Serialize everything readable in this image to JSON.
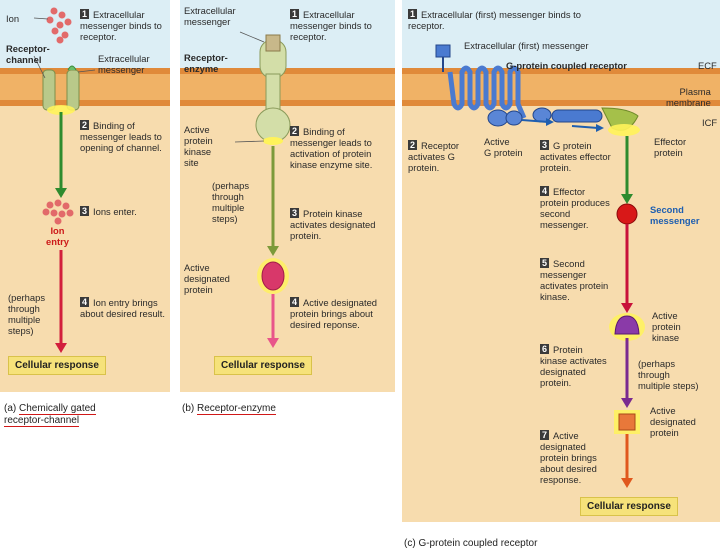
{
  "panel_a": {
    "ion_label": "Ion",
    "step1": "Extracellular messenger binds to receptor.",
    "receptor_channel": "Receptor-\nchannel",
    "extracellular_messenger": "Extracellular\nmessenger",
    "step2": "Binding of messenger leads to opening of channel.",
    "step3": "Ions enter.",
    "ion_entry": "Ion\nentry",
    "perhaps": "(perhaps\nthrough\nmultiple\nsteps)",
    "step4": "Ion entry brings about desired result.",
    "response": "Cellular response",
    "caption_letter": "(a)",
    "caption": "Chemically gated\nreceptor-channel"
  },
  "panel_b": {
    "extracellular_messenger": "Extracellular\nmessenger",
    "step1": "Extracellular messenger binds to receptor.",
    "receptor_enzyme": "Receptor-\nenzyme",
    "active_site": "Active\nprotein\nkinase\nsite",
    "step2": "Binding of messenger leads to activation of protein kinase enzyme site.",
    "perhaps": "(perhaps\nthrough\nmultiple\nsteps)",
    "step3": "Protein kinase activates designated protein.",
    "active_protein": "Active\ndesignated\nprotein",
    "step4": "Active designated protein brings about desired reponse.",
    "response": "Cellular response",
    "caption_letter": "(b)",
    "caption": "Receptor-enzyme"
  },
  "panel_c": {
    "step1": "Extracellular (first) messenger binds to receptor.",
    "first_messenger": "Extracellular (first) messenger",
    "gpcr": "G-protein coupled receptor",
    "ecf": "ECF",
    "plasma_membrane": "Plasma\nmembrane",
    "icf": "ICF",
    "step2": "Receptor activates G protein.",
    "active_g": "Active\nG protein",
    "step3": "G protein activates effector protein.",
    "effector": "Effector\nprotein",
    "step4": "Effector protein produces second messenger.",
    "second_messenger": "Second\nmessenger",
    "step5": "Second messenger activates protein kinase.",
    "active_kinase": "Active\nprotein\nkinase",
    "step6": "Protein kinase activates designated protein.",
    "perhaps": "(perhaps\nthrough\nmultiple steps)",
    "step7": "Active designated protein brings about desired response.",
    "active_protein": "Active\ndesignated\nprotein",
    "response": "Cellular response",
    "caption_letter": "(c)",
    "caption": "G-protein coupled receptor"
  },
  "colors": {
    "panel_bg": "#f7dcae",
    "ecf_bg": "#dceef5",
    "membrane": "#e08a3a",
    "green_arrow": "#2e8b2e",
    "red_arrow": "#d21f3c",
    "purple_arrow": "#7a2a90",
    "orange_arrow": "#e0581e",
    "response_box": "#f6e27a"
  }
}
